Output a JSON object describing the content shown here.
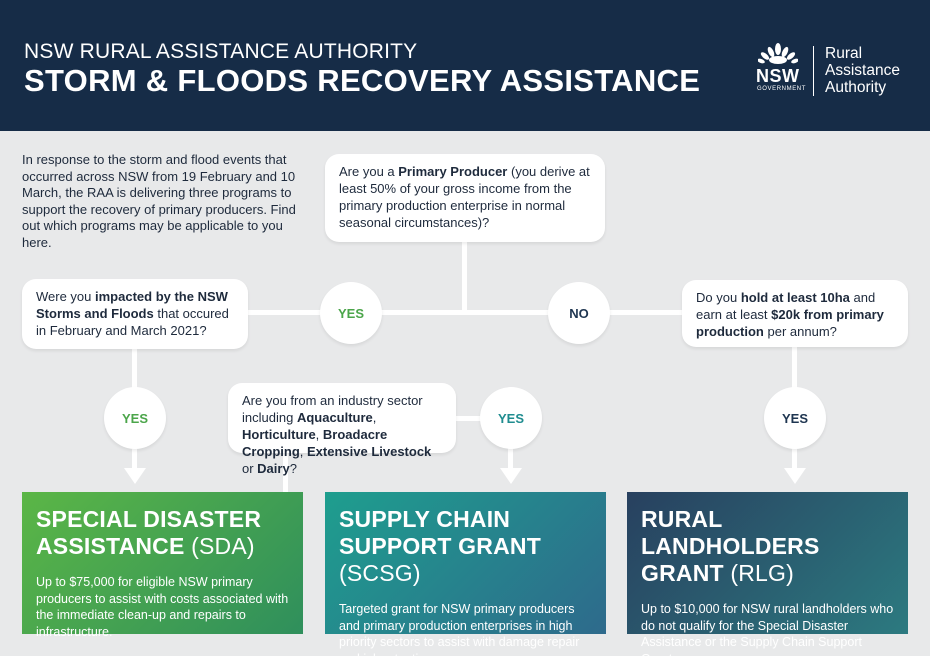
{
  "header": {
    "subtitle": "NSW RURAL ASSISTANCE AUTHORITY",
    "title": "STORM & FLOODS RECOVERY ASSISTANCE",
    "logo_nsw": "NSW",
    "logo_government": "GOVERNMENT",
    "logo_line1": "Rural",
    "logo_line2": "Assistance",
    "logo_line3": "Authority"
  },
  "intro": "In response to the storm and flood events that occurred across NSW from 19 February and 10 March, the RAA is delivering three programs to support the recovery of primary producers. Find out which programs may be applicable to you here.",
  "questions": {
    "primary_producer": {
      "pre": "Are you a ",
      "bold": "Primary Producer",
      "post": " (you derive at least 50% of your gross income from the primary production enterprise in normal seasonal circumstances)?"
    },
    "impacted": {
      "pre": "Were you ",
      "bold": "impacted by the NSW Storms and Floods",
      "post": " that occured in February and March 2021?"
    },
    "industry": {
      "pre": "Are you from an industry sector including ",
      "b1": "Aquaculture",
      "s1": ", ",
      "b2": "Horticulture",
      "s2": ", ",
      "b3": "Broadacre Cropping",
      "s3": ", ",
      "b4": "Extensive Livestock",
      "s4": " or ",
      "b5": "Dairy",
      "post": "?"
    },
    "landholder": {
      "pre": "Do you ",
      "b1": "hold at least 10ha",
      "mid": " and earn at least ",
      "b2": "$20k from primary production",
      "post": " per annum?"
    }
  },
  "answers": {
    "yes": "YES",
    "no": "NO"
  },
  "results": {
    "sda": {
      "title": "SPECIAL DISASTER ASSISTANCE",
      "abbr": "(SDA)",
      "desc": "Up to $75,000 for eligible NSW primary producers to assist with costs associated with the immediate clean-up and repairs to infrastructure."
    },
    "scsg": {
      "title": "SUPPLY CHAIN SUPPORT GRANT",
      "abbr": "(SCSG)",
      "desc": "Targeted grant for NSW primary producers and primary production enterprises in high priority sectors to assist with damage repair and job retention."
    },
    "rlg": {
      "title": "RURAL LANDHOLDERS GRANT",
      "abbr": "(RLG)",
      "desc": "Up to $10,000 for NSW rural landholders who do not qualify for the Special Disaster Assistance or the Supply Chain Support Grant."
    }
  },
  "colors": {
    "header_bg": "#162c47",
    "page_bg": "#e8e9ea",
    "yes_green": "#4ba54a",
    "yes_teal": "#1f8c8f",
    "navy": "#1e3550",
    "sda_gradient": [
      "#56b448",
      "#2d8c5a"
    ],
    "scsg_gradient": [
      "#1f9a8f",
      "#2d6b8c"
    ],
    "rlg_gradient": [
      "#2a4565",
      "#2d7a80"
    ]
  }
}
